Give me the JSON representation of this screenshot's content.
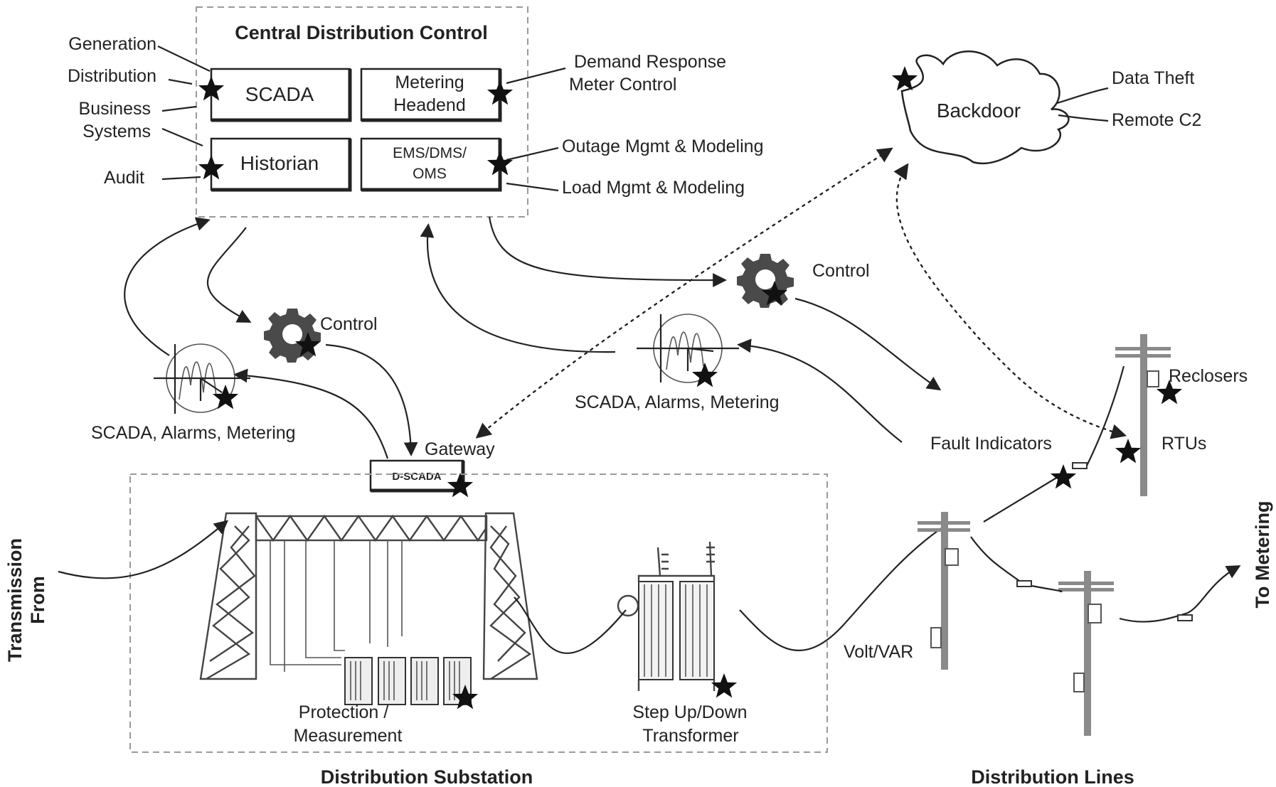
{
  "title": "Central Distribution Control",
  "central_boxes": {
    "scada": "SCADA",
    "metering_line1": "Metering",
    "metering_line2": "Headend",
    "historian": "Historian",
    "ems_line1": "EMS/DMS/",
    "ems_line2": "OMS"
  },
  "left_labels": {
    "generation": "Generation",
    "distribution": "Distribution",
    "business_line1": "Business",
    "business_line2": "Systems",
    "audit": "Audit"
  },
  "right_labels": {
    "demand_line1": "Demand Response",
    "demand_line2": "Meter Control",
    "outage": "Outage Mgmt & Modeling",
    "load": "Load Mgmt & Modeling"
  },
  "backdoor": {
    "label": "Backdoor",
    "data_theft": "Data Theft",
    "remote_c2": "Remote C2"
  },
  "flow": {
    "control_left": "Control",
    "control_right": "Control",
    "scada_alarms_left": "SCADA, Alarms, Metering",
    "scada_alarms_center": "SCADA, Alarms, Metering",
    "gateway": "Gateway",
    "dscada": "D-SCADA"
  },
  "substation": {
    "protection_line1": "Protection /",
    "protection_line2": "Measurement",
    "transformer_line1": "Step Up/Down",
    "transformer_line2": "Transformer",
    "footer": "Distribution Substation"
  },
  "lines": {
    "fault_indicators": "Fault Indicators",
    "reclosers": "Reclosers",
    "rtus": "RTUs",
    "volt_var": "Volt/VAR",
    "footer": "Distribution Lines"
  },
  "edges": {
    "from_line1": "From",
    "from_line2": "Transmission",
    "to_metering": "To Metering"
  },
  "colors": {
    "ink": "#222222",
    "frame": "#9a9a9a",
    "pole": "#8a8a8a"
  }
}
